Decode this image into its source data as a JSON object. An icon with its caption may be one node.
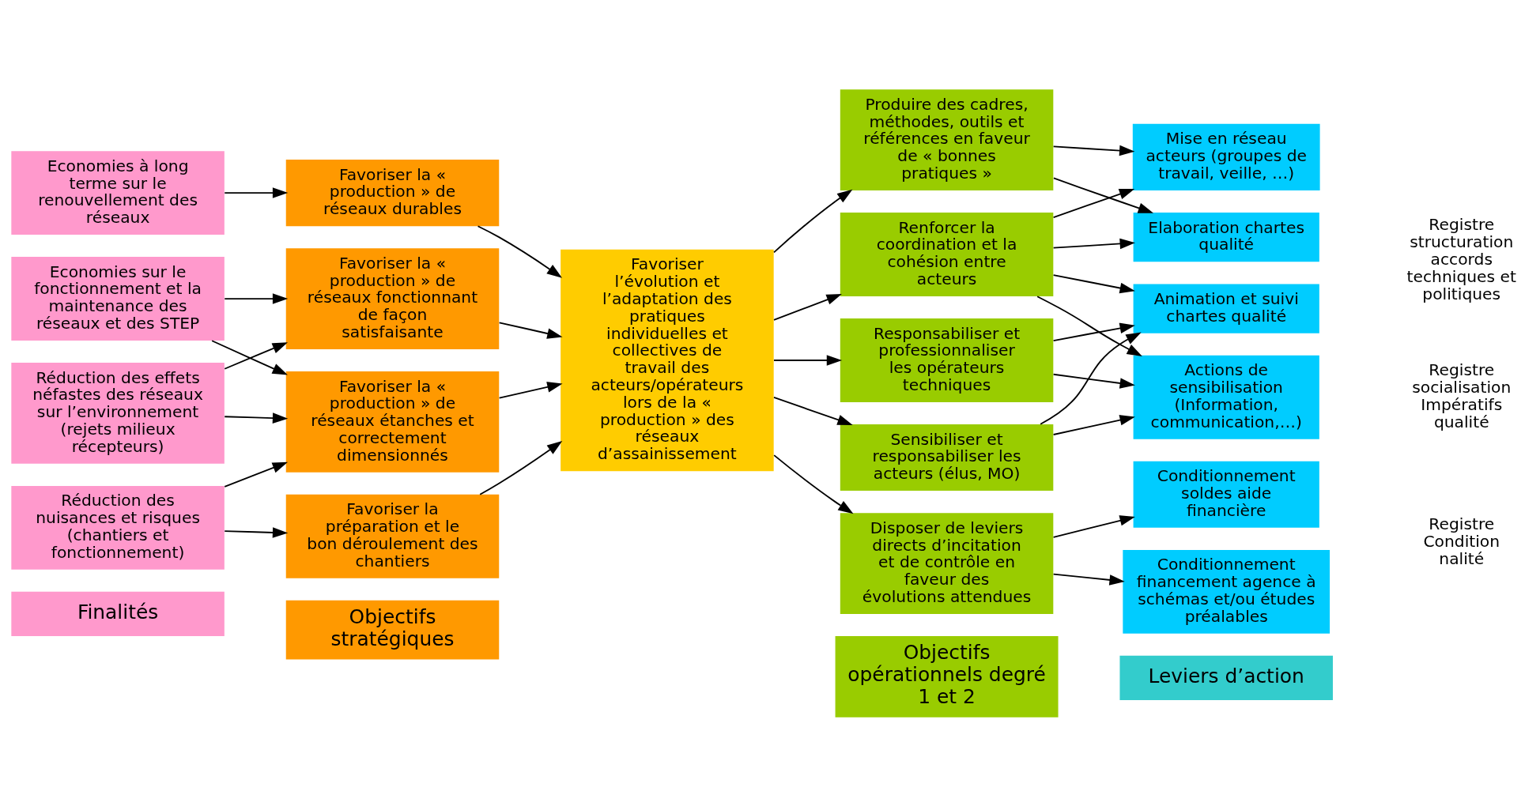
{
  "diagram": {
    "nodes": [
      {
        "text": [
          "Economies à long terme sur le renouvellement des réseaux"
        ]
      },
      {
        "text": [
          "Economies sur le fonctionnement et la maintenance des réseaux et des STEP"
        ]
      },
      {
        "text": [
          "Réduction des effets néfastes des réseaux sur l’environnement (rejets milieux récepteurs)"
        ]
      },
      {
        "text": [
          "Réduction des nuisances et risques (chantiers et fonctionnement)"
        ]
      },
      {
        "text": [
          "Favoriser la « production » de réseaux durables"
        ]
      },
      {
        "text": [
          "Favoriser la « production » de réseaux fonctionnant de façon satisfaisante"
        ]
      },
      {
        "text": [
          "Favoriser la « production » de réseaux étanches et correctement dimensionnés"
        ]
      },
      {
        "text": [
          "Favoriser la préparation et le bon déroulement des chantiers"
        ]
      },
      {
        "text": [
          "Favoriser l’évolution et l’adaptation des pratiques individuelles et collectives de travail des acteurs/opérateurs lors de la « production » des réseaux d’assainissement"
        ]
      },
      {
        "text": [
          "Produire des cadres, méthodes, outils et références en faveur de « bonnes pratiques »"
        ]
      },
      {
        "text": [
          "Renforcer la coordination et la cohésion entre acteurs"
        ]
      },
      {
        "text": [
          "Responsabiliser et professionnaliser les opérateurs techniques"
        ]
      },
      {
        "text": [
          "Sensibiliser et responsabiliser les acteurs (élus, MO)"
        ]
      },
      {
        "text": [
          "Disposer de leviers directs d’incitation et de contrôle en faveur des évolutions attendues"
        ]
      },
      {
        "text": [
          "Mise en réseau acteurs (groupes de travail, veille, …)"
        ]
      },
      {
        "text": [
          "Elaboration chartes qualité"
        ]
      },
      {
        "text": [
          "Animation et suivi chartes qualité"
        ]
      },
      {
        "text": [
          "Actions de sensibilisation (Information, communication,…)"
        ]
      },
      {
        "text": [
          "Conditionnement soldes aide financière"
        ]
      },
      {
        "text": [
          "Conditionnement financement agence à schémas et/ou études préalables"
        ]
      },
      {
        "text": [
          "Finalités"
        ]
      },
      {
        "text": [
          "Objectifs stratégiques"
        ]
      },
      {
        "text": [
          "Objectifs opérationnels degré 1 et 2"
        ]
      },
      {
        "text": [
          "Leviers d’action"
        ]
      }
    ],
    "edges": [
      {
        "from": 0,
        "to": 4,
        "arrow": "to"
      },
      {
        "from": 1,
        "to": 5,
        "arrow": "to"
      },
      {
        "from": 1,
        "to": 6,
        "arrow": "to"
      },
      {
        "from": 2,
        "to": 5,
        "arrow": "to"
      },
      {
        "from": 2,
        "to": 6,
        "arrow": "to"
      },
      {
        "from": 3,
        "to": 6,
        "arrow": "to"
      },
      {
        "from": 3,
        "to": 7,
        "arrow": "to"
      },
      {
        "from": 4,
        "to": 8,
        "arrow": "to"
      },
      {
        "from": 5,
        "to": 8,
        "arrow": "to"
      },
      {
        "from": 6,
        "to": 8,
        "arrow": "to"
      },
      {
        "from": 7,
        "to": 8,
        "arrow": "to"
      },
      {
        "from": 8,
        "to": 9,
        "arrow": "to"
      },
      {
        "from": 8,
        "to": 10,
        "arrow": "to"
      },
      {
        "from": 8,
        "to": 11,
        "arrow": "to"
      },
      {
        "from": 8,
        "to": 12,
        "arrow": "to"
      },
      {
        "from": 8,
        "to": 13,
        "arrow": "to"
      },
      {
        "from": 9,
        "to": 14,
        "arrow": "to"
      },
      {
        "from": 9,
        "to": 15,
        "arrow": "to"
      },
      {
        "from": 10,
        "to": 14,
        "arrow": "to"
      },
      {
        "from": 10,
        "to": 15,
        "arrow": "to"
      },
      {
        "from": 10,
        "to": 16,
        "arrow": "to"
      },
      {
        "from": 10,
        "to": 17,
        "arrow": "to"
      },
      {
        "from": 11,
        "to": 16,
        "arrow": "to"
      },
      {
        "from": 11,
        "to": 17,
        "arrow": "to"
      },
      {
        "from": 12,
        "to": 16,
        "arrow": "to"
      },
      {
        "from": 12,
        "to": 17,
        "arrow": "to"
      },
      {
        "from": 13,
        "to": 18,
        "arrow": "to"
      },
      {
        "from": 13,
        "to": 19,
        "arrow": "to"
      }
    ],
    "labels": [
      "Registre structuration accords techniques et politiques",
      "Registre socialisation Impératifs qualité",
      "Registre Condition nalité"
    ]
  }
}
